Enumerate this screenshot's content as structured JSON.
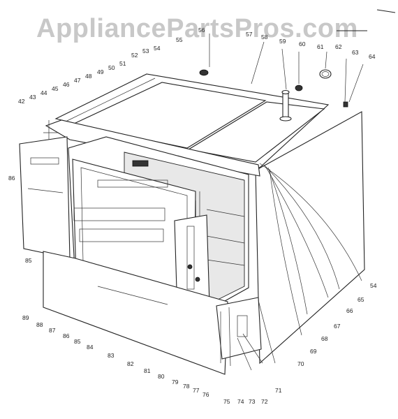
{
  "watermark": "AppliancePartsPros.com",
  "callouts": {
    "top": [
      "42",
      "43",
      "44",
      "45",
      "46",
      "47",
      "48",
      "49",
      "50",
      "51",
      "52",
      "53",
      "54",
      "55",
      "56",
      "57",
      "58",
      "59",
      "60",
      "61",
      "62",
      "63",
      "64"
    ],
    "right": [
      "54",
      "65",
      "66",
      "67",
      "68",
      "69",
      "70"
    ],
    "left": [
      "86",
      "85"
    ],
    "bottom": [
      "89",
      "88",
      "87",
      "86",
      "85",
      "84",
      "83",
      "82",
      "81",
      "80",
      "79",
      "78",
      "77",
      "76",
      "75",
      "74",
      "73",
      "72",
      "71"
    ]
  }
}
